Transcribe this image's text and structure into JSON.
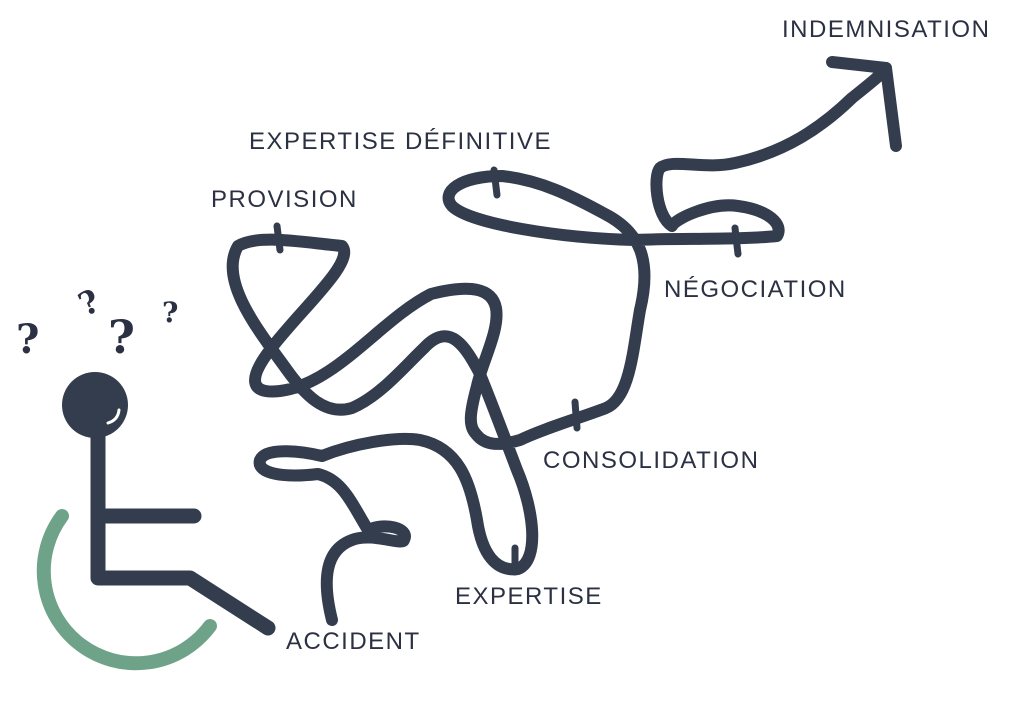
{
  "colors": {
    "path": "#333d4e",
    "wheel": "#6fa389",
    "text": "#2b3142"
  },
  "icons": {
    "wheelchair": "wheelchair-user-icon",
    "confusion": "question-marks-icon",
    "arrow": "arrow-head-icon"
  },
  "question_marks": [
    "?",
    "?",
    "?",
    "?"
  ],
  "steps": {
    "accident": "ACCIDENT",
    "expertise": "EXPERTISE",
    "consolidation": "CONSOLIDATION",
    "negociation": "NÉGOCIATION",
    "expertise_definitive": "EXPERTISE DÉFINITIVE",
    "provision": "PROVISION",
    "indemnisation": "INDEMNISATION"
  }
}
